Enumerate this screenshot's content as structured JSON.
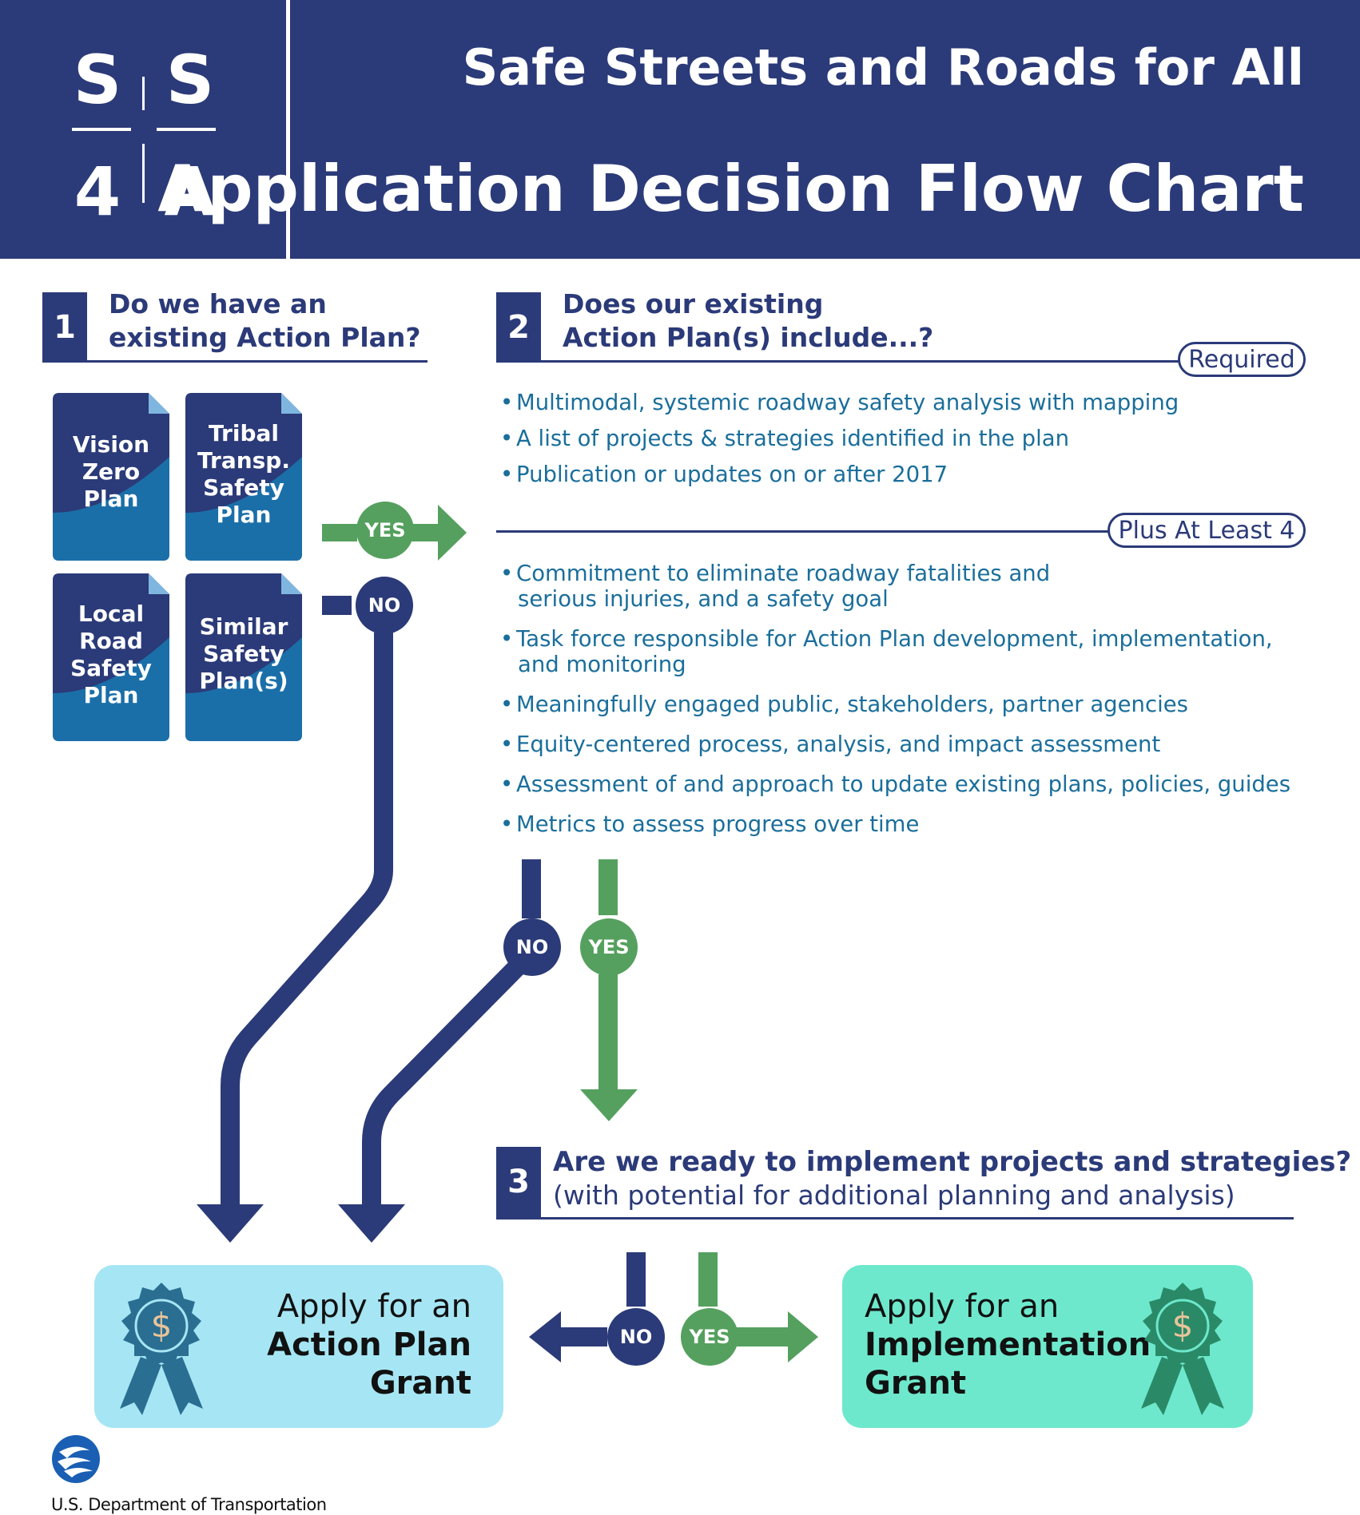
{
  "header": {
    "logo_letters": [
      "S",
      "S",
      "4",
      "A"
    ],
    "title_line1": "Safe Streets and Roads for All",
    "title_line2": "Application Decision Flow Chart"
  },
  "step1": {
    "number": "1",
    "question_line1": "Do we have an",
    "question_line2": "existing Action Plan?",
    "plans": [
      "Vision Zero Plan",
      "Tribal Transp. Safety Plan",
      "Local Road Safety Plan",
      "Similar Safety Plan(s)"
    ]
  },
  "step2": {
    "number": "2",
    "question_line1": "Does our existing",
    "question_line2": "Action Plan(s) include...?",
    "required_label": "Required",
    "required_items": [
      "Multimodal, systemic roadway safety analysis with mapping",
      "A list of projects & strategies identified in the plan",
      "Publication or updates on or after 2017"
    ],
    "plus_label": "Plus At Least 4",
    "plus_items": [
      [
        "Commitment to eliminate roadway fatalities and",
        "serious injuries, and a safety goal"
      ],
      [
        "Task force responsible for Action Plan development, implementation,",
        "and monitoring"
      ],
      [
        "Meaningfully engaged public, stakeholders, partner agencies"
      ],
      [
        "Equity-centered process, analysis, and impact assessment"
      ],
      [
        "Assessment of and approach to update existing plans, policies, guides"
      ],
      [
        "Metrics to assess progress over time"
      ]
    ]
  },
  "step3": {
    "number": "3",
    "question_line1": "Are we ready to implement projects and strategies?",
    "question_line2": "(with potential for additional planning and analysis)"
  },
  "decisions": {
    "yes": "YES",
    "no": "NO"
  },
  "grants": {
    "left": {
      "prefix": "Apply for an",
      "line2": "Action Plan",
      "line3": "Grant"
    },
    "right": {
      "prefix": "Apply for an",
      "line2": "Implementation",
      "line3": "Grant"
    },
    "currency_symbol": "$"
  },
  "footer": {
    "org": "U.S. Department of Transportation"
  },
  "colors": {
    "navy": "#2b3a78",
    "green": "#55a05e",
    "bullet_blue": "#1a6e9b",
    "doc_blue": "#1b6fa8",
    "grant_left_bg": "#a6e6f4",
    "grant_right_bg": "#6ee8cc"
  },
  "icons": [
    "award-ribbon-icon",
    "dot-logo-icon",
    "document-icon",
    "arrow-icon"
  ]
}
